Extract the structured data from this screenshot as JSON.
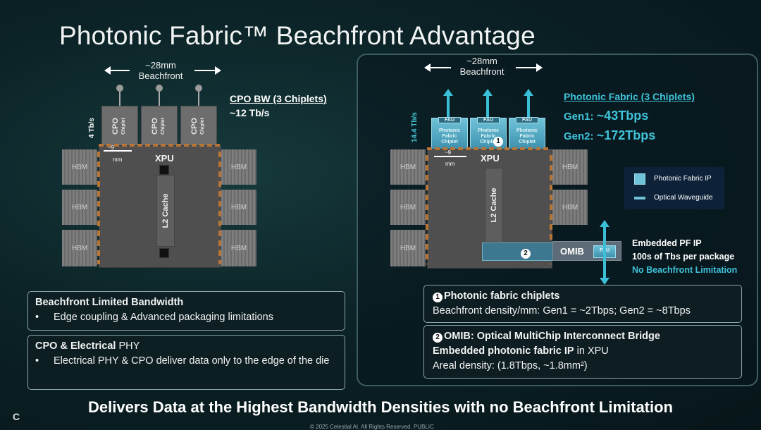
{
  "title": "Photonic Fabric™ Beachfront Advantage",
  "left": {
    "dim_value": "~28mm",
    "dim_label": "Beachfront",
    "chiplet_name": "CPO",
    "chiplet_sub": "Chiplet",
    "edge_bw": "4 Tb/s",
    "gap": "~9",
    "gap_unit": "mm",
    "xpu": "XPU",
    "cache": "L2 Cache",
    "hbm": "HBM",
    "bw_title": "CPO BW (3 Chiplets)",
    "bw_value": "~12 Tb/s"
  },
  "left_boxes": [
    {
      "title": "Beachfront Limited Bandwidth",
      "bullet": "Edge coupling & Advanced packaging limitations"
    },
    {
      "title_bold": "CPO & Electrical",
      "title_rest": " PHY",
      "bullet": "Electrical PHY & CPO deliver data only to the edge of the die"
    }
  ],
  "right": {
    "dim_value": "~28mm",
    "dim_label": "Beachfront",
    "edge_bw": "14.4 Tb/s",
    "chip_label": "Photonic Fabric Chiplet",
    "fau": "FAU",
    "gap": "~9",
    "gap_unit": "mm",
    "xpu": "XPU",
    "cache": "L2 Cache",
    "hbm": "HBM",
    "pf_title": "Photonic Fabric (3 Chiplets)",
    "gen1_label": "Gen1: ",
    "gen1_value": "~43Tbps",
    "gen2_label": "Gen2: ",
    "gen2_value": "~172Tbps",
    "legend": [
      "Photonic Fabric IP",
      "Optical Waveguide"
    ],
    "omib": "OMIB",
    "embedded_1": "Embedded PF IP",
    "embedded_2": "100s of Tbs per package",
    "embedded_3": "No Beachfront Limitation",
    "badge1": "1",
    "badge2": "2"
  },
  "right_boxes": [
    {
      "num": "1",
      "title": "Photonic fabric chiplets",
      "line": "Beachfront density/mm: Gen1 = ~2Tbps; Gen2 = ~8Tbps"
    },
    {
      "num": "2",
      "title": "OMIB: Optical MultiChip Interconnect Bridge",
      "line2_bold": "Embedded photonic fabric IP",
      "line2_rest": " in XPU",
      "line3": "Areal density: (1.8Tbps, ~1.8mm²)"
    }
  ],
  "footer": "Delivers Data at the Highest Bandwidth Densities with no Beachfront Limitation",
  "copyright": "© 2025 Celestial AI. All Rights Reserved. PUBLIC",
  "logo": "C"
}
